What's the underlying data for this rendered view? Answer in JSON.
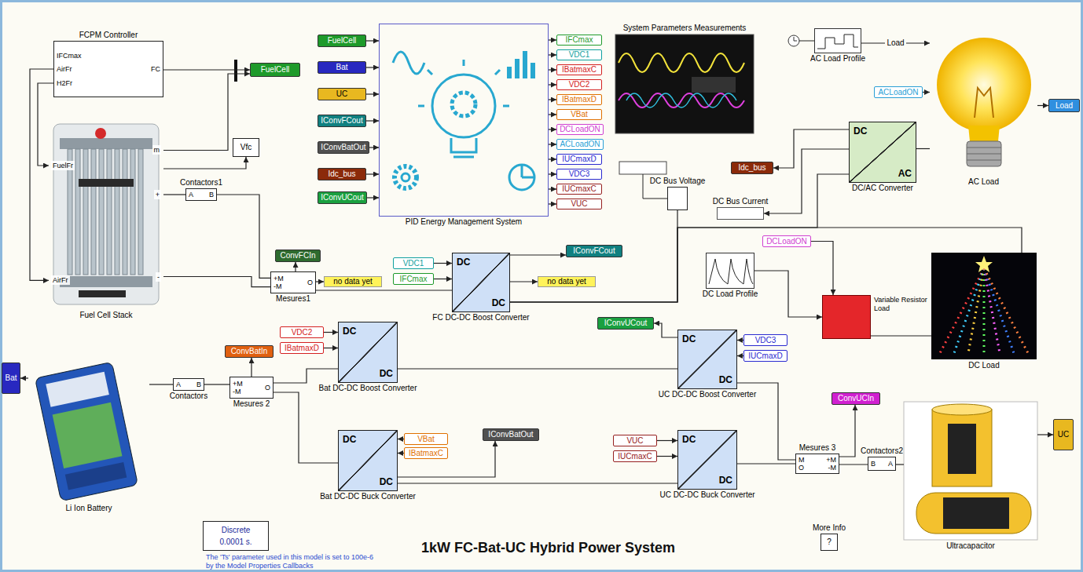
{
  "diagram": {
    "title": "1kW FC-Bat-UC Hybrid Power System",
    "nodes": [
      {
        "text": [
          "FCPM Controller",
          "IFCmax",
          "AirFr",
          "H2Fr",
          "FC"
        ]
      },
      {
        "text": [
          "FuelCell"
        ]
      },
      {
        "text": [
          "FuelFr",
          "AirFr",
          "m",
          "+",
          "-",
          "Fuel Cell Stack"
        ]
      },
      {
        "text": [
          "Vfc"
        ]
      },
      {
        "text": [
          "Contactors1",
          "A",
          "B"
        ]
      },
      {
        "text": [
          "ConvFCIn"
        ]
      },
      {
        "text": [
          "+M",
          "-M",
          "O",
          "Mesures1"
        ]
      },
      {
        "text": [
          "no data yet"
        ]
      },
      {
        "text": [
          "PID Energy Management System"
        ]
      },
      {
        "text": [
          "FuelCell"
        ]
      },
      {
        "text": [
          "Bat"
        ]
      },
      {
        "text": [
          "UC"
        ]
      },
      {
        "text": [
          "IConvFCout"
        ]
      },
      {
        "text": [
          "IConvBatOut"
        ]
      },
      {
        "text": [
          "Idc_bus"
        ]
      },
      {
        "text": [
          "IConvUCout"
        ]
      },
      {
        "text": [
          "IFCmax"
        ]
      },
      {
        "text": [
          "VDC1"
        ]
      },
      {
        "text": [
          "IBatmaxC"
        ]
      },
      {
        "text": [
          "VDC2"
        ]
      },
      {
        "text": [
          "IBatmaxD"
        ]
      },
      {
        "text": [
          "VBat"
        ]
      },
      {
        "text": [
          "DCLoadON"
        ]
      },
      {
        "text": [
          "ACLoadON"
        ]
      },
      {
        "text": [
          "IUCmaxD"
        ]
      },
      {
        "text": [
          "VDC3"
        ]
      },
      {
        "text": [
          "IUCmaxC"
        ]
      },
      {
        "text": [
          "VUC"
        ]
      },
      {
        "text": [
          "System Parameters Measurements"
        ]
      },
      {
        "text": [
          "AC Load Profile"
        ]
      },
      {
        "text": [
          "AC Load"
        ]
      },
      {
        "text": [
          "ACLoadON"
        ]
      },
      {
        "text": [
          "Load"
        ]
      },
      {
        "text": [
          "DC",
          "AC",
          "DC/AC Converter"
        ]
      },
      {
        "text": [
          "DC Bus Voltage"
        ]
      },
      {
        "text": [
          "Idc_bus"
        ]
      },
      {
        "text": [
          "DC Bus Current"
        ]
      },
      {
        "text": [
          "IConvFCout"
        ]
      },
      {
        "text": [
          "VDC1"
        ]
      },
      {
        "text": [
          "IFCmax"
        ]
      },
      {
        "text": [
          "DC",
          "DC",
          "FC DC-DC Boost Converter"
        ]
      },
      {
        "text": [
          "no data yet"
        ]
      },
      {
        "text": [
          "DC Load Profile"
        ]
      },
      {
        "text": [
          "DCLoadON"
        ]
      },
      {
        "text": [
          "Variable Resistor Load"
        ]
      },
      {
        "text": [
          "DC Load"
        ]
      },
      {
        "text": [
          "ConvBatIn"
        ]
      },
      {
        "text": [
          "VDC2"
        ]
      },
      {
        "text": [
          "IBatmaxD"
        ]
      },
      {
        "text": [
          "DC",
          "DC",
          "Bat DC-DC Boost Converter"
        ]
      },
      {
        "text": [
          "Li Ion Battery"
        ]
      },
      {
        "text": [
          "Bat"
        ]
      },
      {
        "text": [
          "A",
          "B",
          "Contactors"
        ]
      },
      {
        "text": [
          "Mesures 2",
          "+M",
          "-M",
          "O"
        ]
      },
      {
        "text": [
          "VBat"
        ]
      },
      {
        "text": [
          "IBatmaxC"
        ]
      },
      {
        "text": [
          "DC",
          "DC",
          "Bat DC-DC Buck Converter"
        ]
      },
      {
        "text": [
          "IConvBatOut"
        ]
      },
      {
        "text": [
          "IConvUCout"
        ]
      },
      {
        "text": [
          "DC",
          "DC",
          "UC DC-DC Boost Converter"
        ]
      },
      {
        "text": [
          "VDC3"
        ]
      },
      {
        "text": [
          "IUCmaxD"
        ]
      },
      {
        "text": [
          "DC",
          "DC",
          "UC DC-DC Buck Converter"
        ]
      },
      {
        "text": [
          "VUC"
        ]
      },
      {
        "text": [
          "IUCmaxC"
        ]
      },
      {
        "text": [
          "ConvUCIn"
        ]
      },
      {
        "text": [
          "Mesures 3",
          "M",
          "O",
          "+M",
          "-M"
        ]
      },
      {
        "text": [
          "Contactors2",
          "B",
          "A"
        ]
      },
      {
        "text": [
          "Ultracapacitor"
        ]
      },
      {
        "text": [
          "UC"
        ]
      },
      {
        "text": [
          "Discrete",
          "0.0001 s."
        ]
      },
      {
        "text": [
          "More Info",
          "?"
        ]
      }
    ],
    "edges": [
      {
        "from": 0,
        "to": 1,
        "arrow": "to"
      },
      {
        "from": 2,
        "to": 1,
        "arrow": "to"
      },
      {
        "from": 0,
        "to": 2,
        "arrow": "to"
      },
      {
        "from": 0,
        "to": 2,
        "arrow": "to"
      },
      {
        "from": 2,
        "to": 4,
        "arrow": "none"
      },
      {
        "from": 4,
        "to": 6,
        "arrow": "none"
      },
      {
        "from": 2,
        "to": 6,
        "arrow": "none"
      },
      {
        "from": 2,
        "to": 3,
        "arrow": "to"
      },
      {
        "from": 6,
        "to": 5,
        "arrow": "to"
      },
      {
        "from": 6,
        "to": 7,
        "arrow": "to"
      },
      {
        "from": 6,
        "to": 40,
        "arrow": "none"
      },
      {
        "from": 9,
        "to": 8,
        "arrow": "to"
      },
      {
        "from": 10,
        "to": 8,
        "arrow": "to"
      },
      {
        "from": 11,
        "to": 8,
        "arrow": "to"
      },
      {
        "from": 12,
        "to": 8,
        "arrow": "to"
      },
      {
        "from": 13,
        "to": 8,
        "arrow": "to"
      },
      {
        "from": 14,
        "to": 8,
        "arrow": "to"
      },
      {
        "from": 15,
        "to": 8,
        "arrow": "to"
      },
      {
        "from": 8,
        "to": 16,
        "arrow": "to"
      },
      {
        "from": 8,
        "to": 17,
        "arrow": "to"
      },
      {
        "from": 8,
        "to": 18,
        "arrow": "to"
      },
      {
        "from": 8,
        "to": 19,
        "arrow": "to"
      },
      {
        "from": 8,
        "to": 20,
        "arrow": "to"
      },
      {
        "from": 8,
        "to": 21,
        "arrow": "to"
      },
      {
        "from": 8,
        "to": 22,
        "arrow": "to"
      },
      {
        "from": 8,
        "to": 23,
        "arrow": "to"
      },
      {
        "from": 8,
        "to": 24,
        "arrow": "to"
      },
      {
        "from": 8,
        "to": 25,
        "arrow": "to"
      },
      {
        "from": 8,
        "to": 26,
        "arrow": "to"
      },
      {
        "from": 8,
        "to": 27,
        "arrow": "to"
      },
      {
        "from": 29,
        "to": 30,
        "label": "Load",
        "arrow": "to"
      },
      {
        "from": 31,
        "to": 30,
        "arrow": "to"
      },
      {
        "from": 30,
        "to": 32,
        "arrow": "to"
      },
      {
        "from": 33,
        "to": 30,
        "arrow": "none"
      },
      {
        "from": 40,
        "to": 37,
        "arrow": "to"
      },
      {
        "from": 40,
        "to": 41,
        "arrow": "to"
      },
      {
        "from": 38,
        "to": 40,
        "arrow": "to"
      },
      {
        "from": 39,
        "to": 40,
        "arrow": "to"
      },
      {
        "from": 40,
        "to": 33,
        "arrow": "none"
      },
      {
        "from": 40,
        "to": 34,
        "arrow": "none"
      },
      {
        "from": 33,
        "to": 35,
        "arrow": "to"
      },
      {
        "from": 33,
        "to": 36,
        "arrow": "to"
      },
      {
        "from": 42,
        "to": 44,
        "arrow": "to"
      },
      {
        "from": 43,
        "to": 44,
        "arrow": "to"
      },
      {
        "from": 44,
        "to": 45,
        "arrow": "none"
      },
      {
        "from": 40,
        "to": 45,
        "arrow": "none"
      },
      {
        "from": 50,
        "to": 52,
        "arrow": "none"
      },
      {
        "from": 52,
        "to": 53,
        "arrow": "none"
      },
      {
        "from": 53,
        "to": 46,
        "arrow": "to"
      },
      {
        "from": 53,
        "to": 49,
        "arrow": "none"
      },
      {
        "from": 53,
        "to": 56,
        "arrow": "none"
      },
      {
        "from": 50,
        "to": 51,
        "arrow": "to"
      },
      {
        "from": 47,
        "to": 49,
        "arrow": "to"
      },
      {
        "from": 48,
        "to": 49,
        "arrow": "to"
      },
      {
        "from": 54,
        "to": 56,
        "arrow": "to"
      },
      {
        "from": 55,
        "to": 56,
        "arrow": "to"
      },
      {
        "from": 56,
        "to": 57,
        "arrow": "to"
      },
      {
        "from": 49,
        "to": 59,
        "arrow": "none"
      },
      {
        "from": 56,
        "to": 62,
        "arrow": "none"
      },
      {
        "from": 59,
        "to": 58,
        "arrow": "to"
      },
      {
        "from": 60,
        "to": 59,
        "arrow": "to"
      },
      {
        "from": 61,
        "to": 59,
        "arrow": "to"
      },
      {
        "from": 63,
        "to": 62,
        "arrow": "to"
      },
      {
        "from": 64,
        "to": 62,
        "arrow": "to"
      },
      {
        "from": 59,
        "to": 66,
        "arrow": "none"
      },
      {
        "from": 62,
        "to": 66,
        "arrow": "none"
      },
      {
        "from": 66,
        "to": 65,
        "arrow": "to"
      },
      {
        "from": 66,
        "to": 67,
        "arrow": "none"
      },
      {
        "from": 67,
        "to": 68,
        "arrow": "none"
      },
      {
        "from": 68,
        "to": 69,
        "arrow": "to"
      }
    ],
    "labels": [
      "The 'Ts' parameter used in this model is set to 100e-6 by the Model Properties Callbacks"
    ]
  }
}
